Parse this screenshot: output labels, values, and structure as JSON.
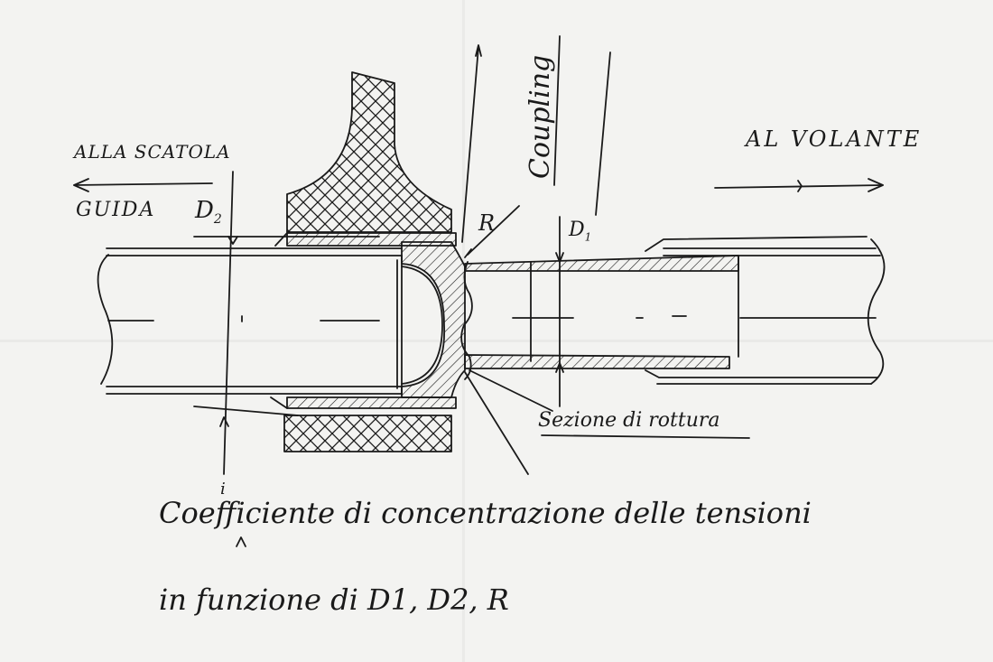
{
  "colors": {
    "ink": "#1a1a1a",
    "paper": "#f3f3f1",
    "fold": "#dcdcd8"
  },
  "labels": {
    "left_direction_line1": "ALLA SCATOLA",
    "left_direction_line2": "GUIDA",
    "right_direction": "AL VOLANTE",
    "coupling": "Coupling",
    "d2": "D",
    "d2_sub": "2",
    "d1": "D",
    "d1_sub": "1",
    "radius": "R",
    "failure_section": "Sezione di rottura"
  },
  "notes": {
    "line1": "Coefficiente di concentrazione delle tensioni",
    "line1_insert": "i",
    "line2": "in funzione di D1, D2, R"
  }
}
